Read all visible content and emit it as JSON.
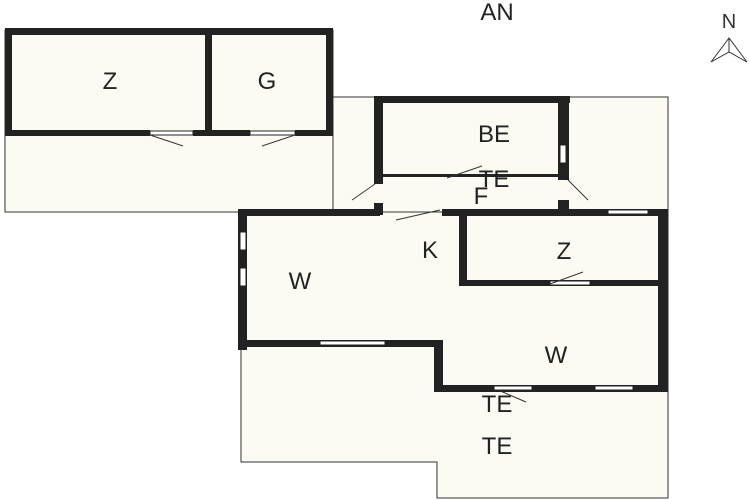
{
  "plan": {
    "heading": "AN",
    "north_label": "N",
    "rooms": {
      "garage_left": "Z",
      "garage_right": "G",
      "be": "BE",
      "te_upper": "TE",
      "f": "F",
      "k": "K",
      "z": "Z",
      "w_left": "W",
      "w_right": "W",
      "te_lower": "TE",
      "te_terrace": "TE"
    }
  }
}
